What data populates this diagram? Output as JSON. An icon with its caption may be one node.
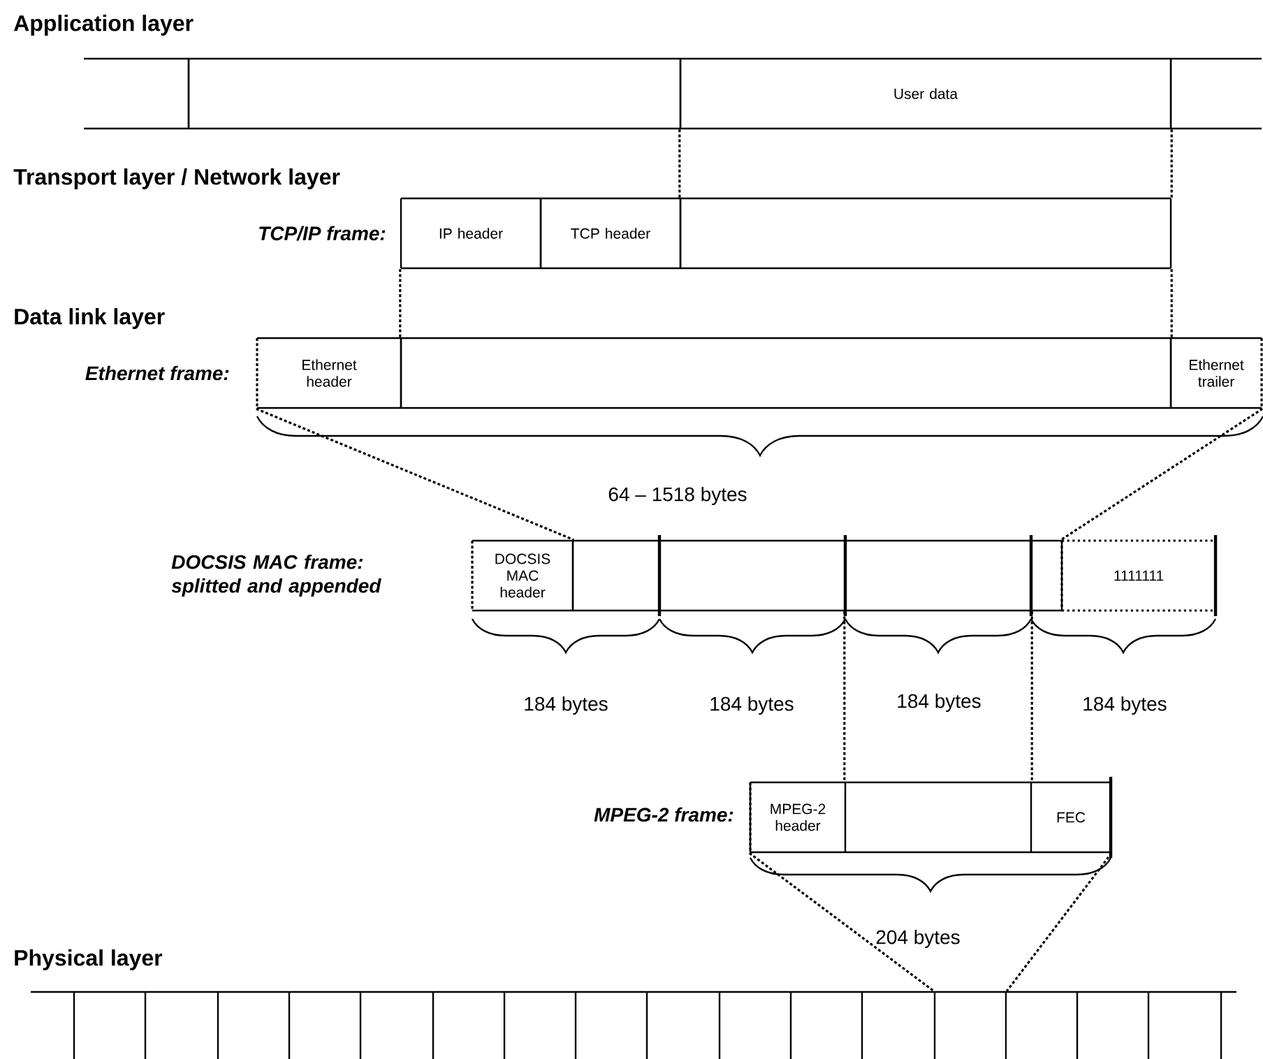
{
  "diagram": {
    "nodes": [
      {
        "text": [],
        "shape": "box"
      },
      {
        "text": [],
        "shape": "box"
      },
      {
        "text": [
          "User data"
        ]
      },
      {
        "text": [],
        "shape": "box"
      },
      {
        "text": [
          "IP header"
        ]
      },
      {
        "text": [
          "TCP header"
        ]
      },
      {
        "text": [],
        "shape": "box"
      },
      {
        "text": [
          "Ethernet header"
        ]
      },
      {
        "text": [],
        "shape": "box"
      },
      {
        "text": [
          "Ethernet trailer"
        ]
      },
      {
        "text": [
          "DOCSIS MAC header"
        ]
      },
      {
        "text": [],
        "shape": "box"
      },
      {
        "text": [],
        "shape": "box"
      },
      {
        "text": [],
        "shape": "box"
      },
      {
        "text": [],
        "shape": "box"
      },
      {
        "text": [
          "1111111"
        ]
      },
      {
        "text": [
          "MPEG-2 header"
        ]
      },
      {
        "text": [],
        "shape": "box"
      },
      {
        "text": [
          "FEC"
        ]
      },
      {
        "text": [],
        "shape": "box"
      }
    ],
    "edges": [
      {
        "from": 2,
        "to": 6,
        "arrow": "none",
        "style": "dashed"
      },
      {
        "from": 2,
        "to": 6,
        "arrow": "none",
        "style": "dashed"
      },
      {
        "from": 4,
        "to": 8,
        "arrow": "none",
        "style": "dashed"
      },
      {
        "from": 6,
        "to": 8,
        "arrow": "none",
        "style": "dashed"
      },
      {
        "from": 7,
        "to": 10,
        "arrow": "none",
        "style": "dashed"
      },
      {
        "from": 9,
        "to": 15,
        "arrow": "none",
        "style": "dashed"
      },
      {
        "from": 13,
        "to": 17,
        "arrow": "none",
        "style": "dashed"
      },
      {
        "from": 13,
        "to": 17,
        "arrow": "none",
        "style": "dashed"
      },
      {
        "from": 16,
        "to": 19,
        "arrow": "none",
        "style": "dashed"
      },
      {
        "from": 18,
        "to": 19,
        "arrow": "none",
        "style": "dashed"
      }
    ],
    "labels": [
      "Application layer",
      "Transport layer / Network layer",
      "TCP/IP frame:",
      "Data link layer",
      "Ethernet frame:",
      "64 – 1518 bytes",
      "DOCSIS MAC frame: splitted and appended",
      "184 bytes",
      "184 bytes",
      "184 bytes",
      "184 bytes",
      "MPEG-2 frame:",
      "204 bytes",
      "Physical layer"
    ]
  }
}
